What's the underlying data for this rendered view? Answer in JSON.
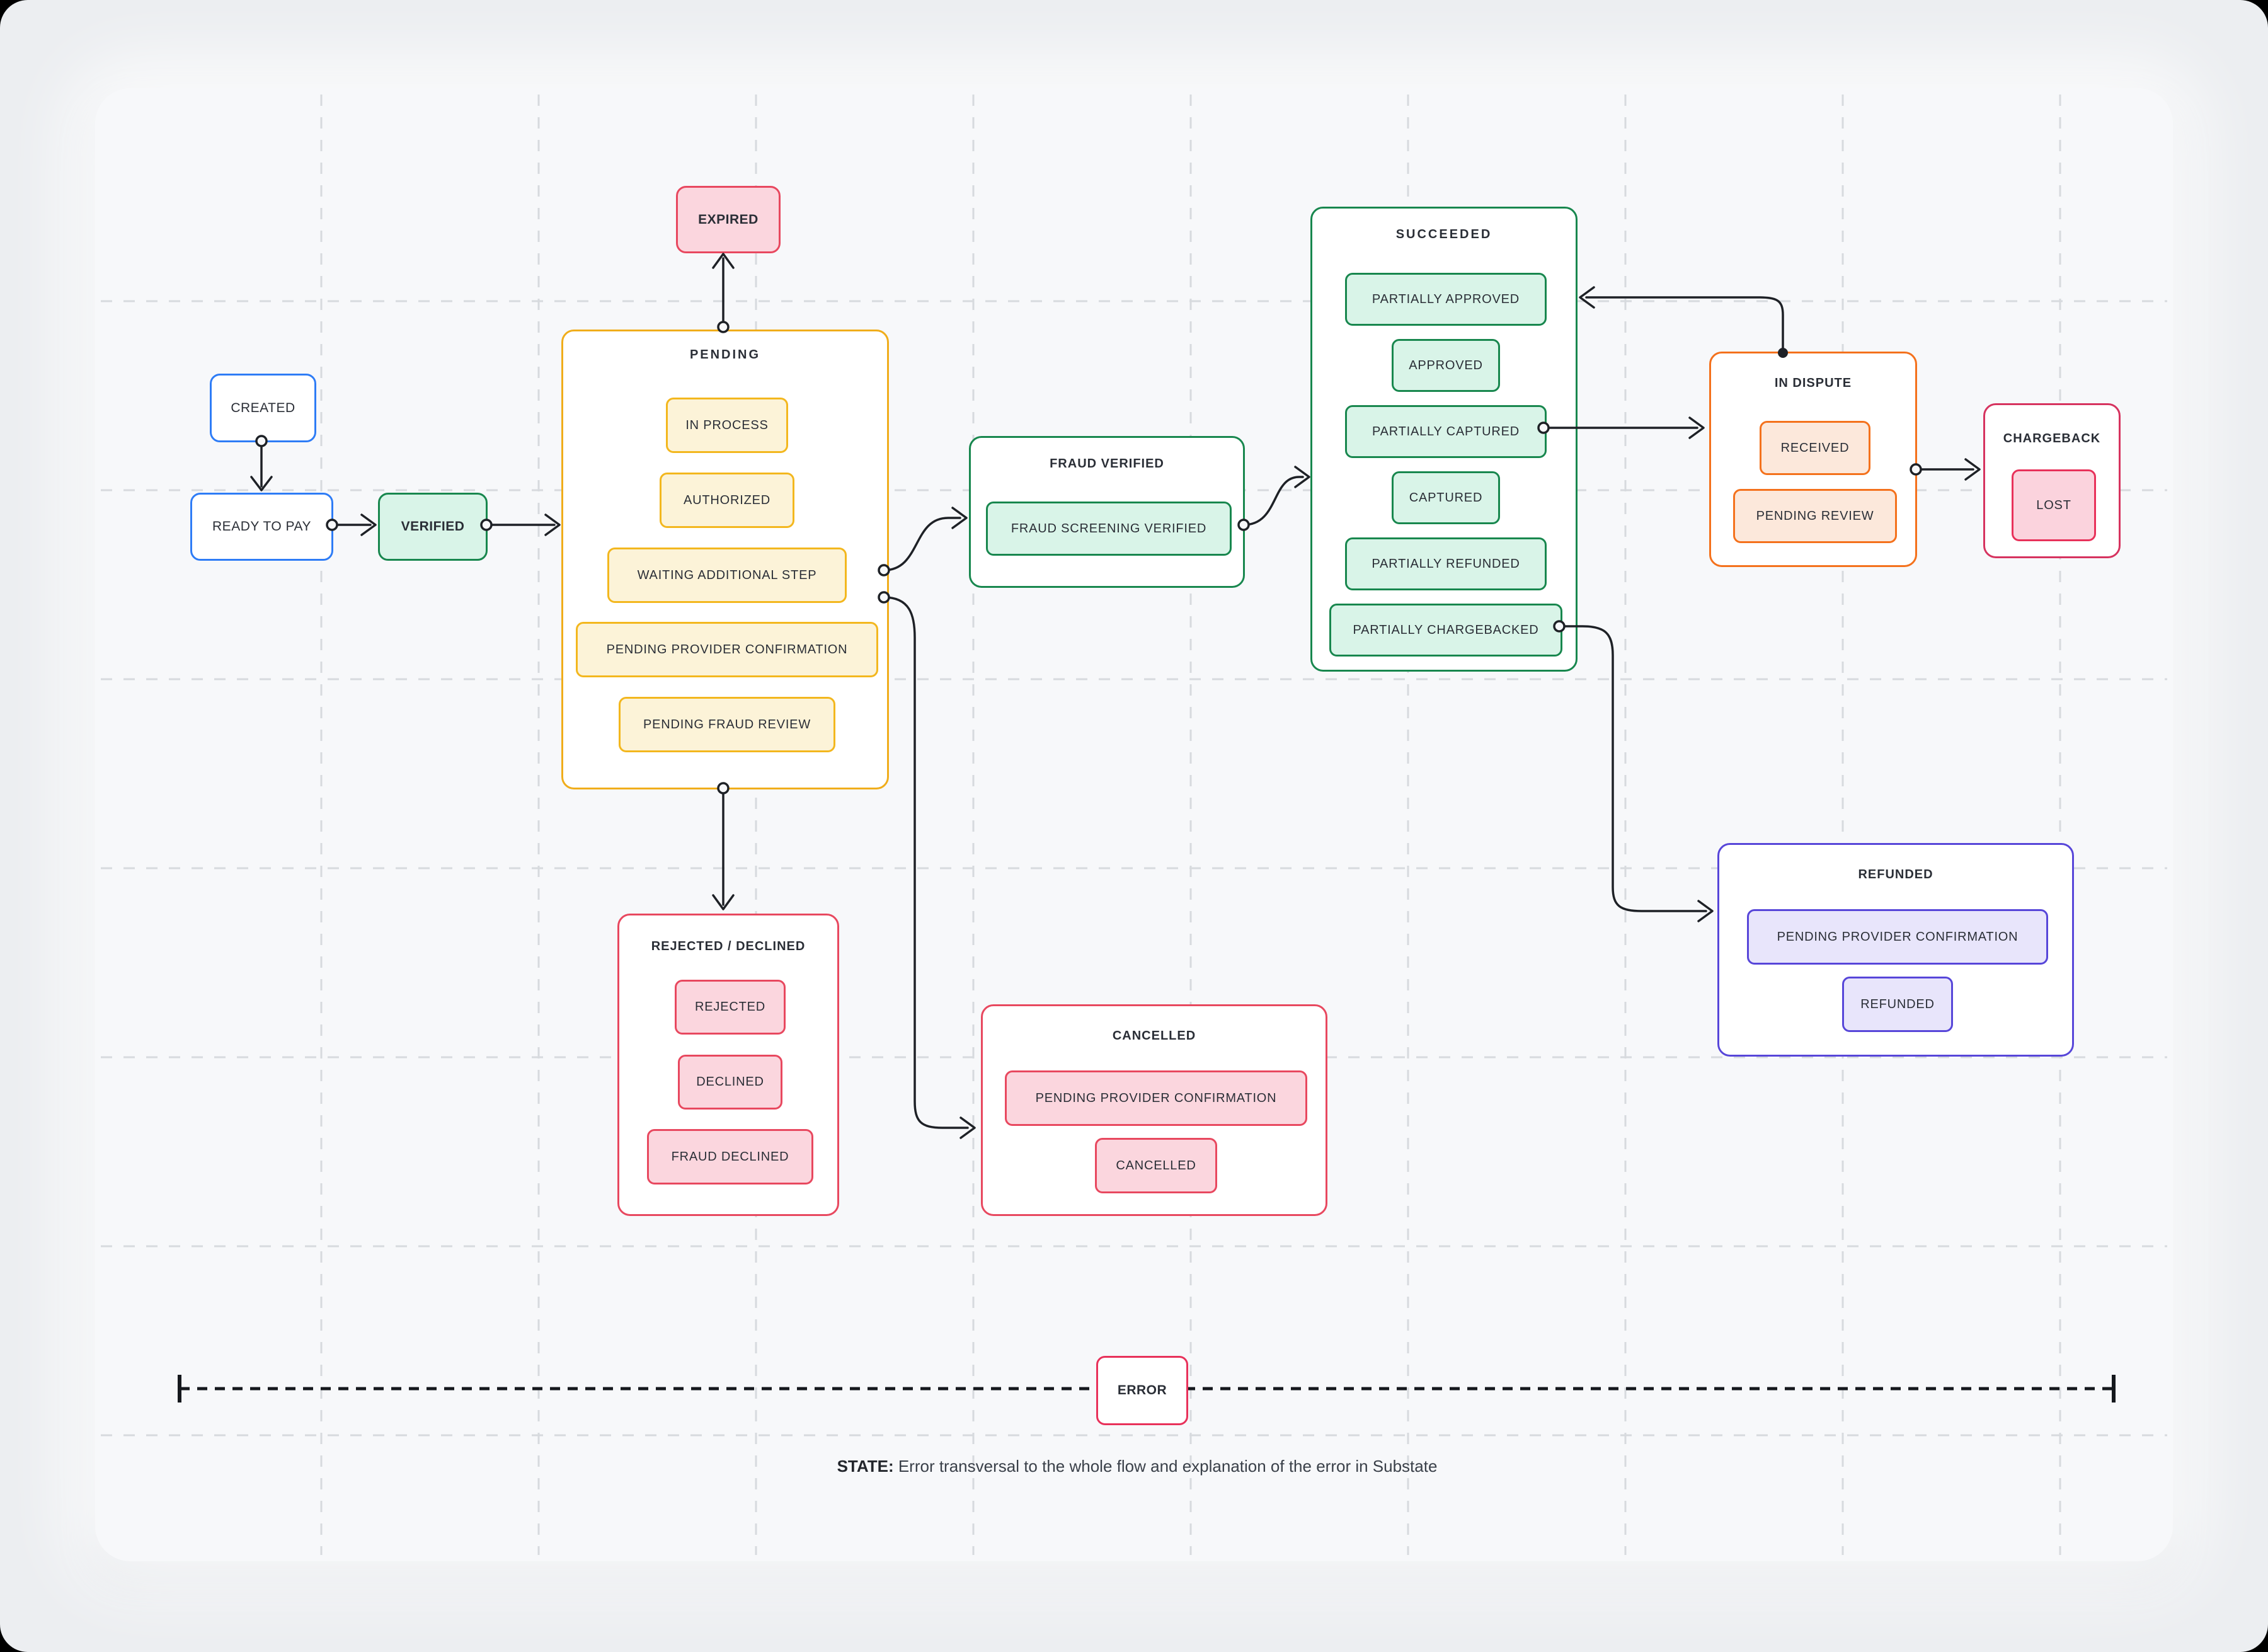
{
  "nodes": {
    "created": {
      "label": "CREATED"
    },
    "ready_to_pay": {
      "label": "READY TO PAY"
    },
    "verified": {
      "label": "VERIFIED"
    },
    "expired": {
      "label": "EXPIRED"
    },
    "error": {
      "label": "ERROR"
    }
  },
  "groups": {
    "pending": {
      "title": "PENDING",
      "substates": [
        "IN PROCESS",
        "AUTHORIZED",
        "WAITING ADDITIONAL STEP",
        "PENDING PROVIDER CONFIRMATION",
        "PENDING FRAUD REVIEW"
      ]
    },
    "fraud_verified": {
      "title": "FRAUD VERIFIED",
      "substates": [
        "FRAUD SCREENING VERIFIED"
      ]
    },
    "succeeded": {
      "title": "SUCCEEDED",
      "substates": [
        "PARTIALLY APPROVED",
        "APPROVED",
        "PARTIALLY CAPTURED",
        "CAPTURED",
        "PARTIALLY REFUNDED",
        "PARTIALLY CHARGEBACKED"
      ]
    },
    "in_dispute": {
      "title": "IN DISPUTE",
      "substates": [
        "RECEIVED",
        "PENDING REVIEW"
      ]
    },
    "chargeback": {
      "title": "CHARGEBACK",
      "substates": [
        "LOST"
      ]
    },
    "refunded": {
      "title": "REFUNDED",
      "substates": [
        "PENDING PROVIDER CONFIRMATION",
        "REFUNDED"
      ]
    },
    "rejected_declined": {
      "title": "REJECTED / DECLINED",
      "substates": [
        "REJECTED",
        "DECLINED",
        "FRAUD DECLINED"
      ]
    },
    "cancelled": {
      "title": "CANCELLED",
      "substates": [
        "PENDING PROVIDER CONFIRMATION",
        "CANCELLED"
      ]
    }
  },
  "note": {
    "bold": "STATE:",
    "text": " Error transversal to the whole flow and explanation of the error in Substate"
  },
  "edges": [
    {
      "from": "CREATED",
      "to": "READY TO PAY"
    },
    {
      "from": "READY TO PAY",
      "to": "VERIFIED"
    },
    {
      "from": "VERIFIED",
      "to": "PENDING"
    },
    {
      "from": "PENDING",
      "to": "EXPIRED"
    },
    {
      "from": "PENDING",
      "to": "REJECTED / DECLINED"
    },
    {
      "from": "PENDING",
      "to": "FRAUD VERIFIED"
    },
    {
      "from": "PENDING",
      "to": "CANCELLED"
    },
    {
      "from": "FRAUD VERIFIED",
      "to": "SUCCEEDED"
    },
    {
      "from": "SUCCEEDED / PARTIALLY CAPTURED",
      "to": "IN DISPUTE"
    },
    {
      "from": "IN DISPUTE",
      "to": "SUCCEEDED / PARTIALLY APPROVED"
    },
    {
      "from": "IN DISPUTE",
      "to": "CHARGEBACK"
    },
    {
      "from": "SUCCEEDED / PARTIALLY CHARGEBACKED",
      "to": "REFUNDED"
    }
  ],
  "colors": {
    "page_bg": "#eceef1",
    "board_bg": "#f7f8fa",
    "grid": "#d7dade",
    "line_ink": "#1e2126",
    "blue": "#2e7cf6",
    "green": "#18874e",
    "mint_fill": "#d9f4e8",
    "amber": "#f0ad1b",
    "amber_fill": "#fcf3d8",
    "red": "#e8485f",
    "pink_fill": "#fbd6de",
    "orange": "#f4711c",
    "orange_fill": "#fce8db",
    "crimson": "#d6335f",
    "indigo": "#5746d9",
    "indigo_fill": "#e8e5fb"
  }
}
